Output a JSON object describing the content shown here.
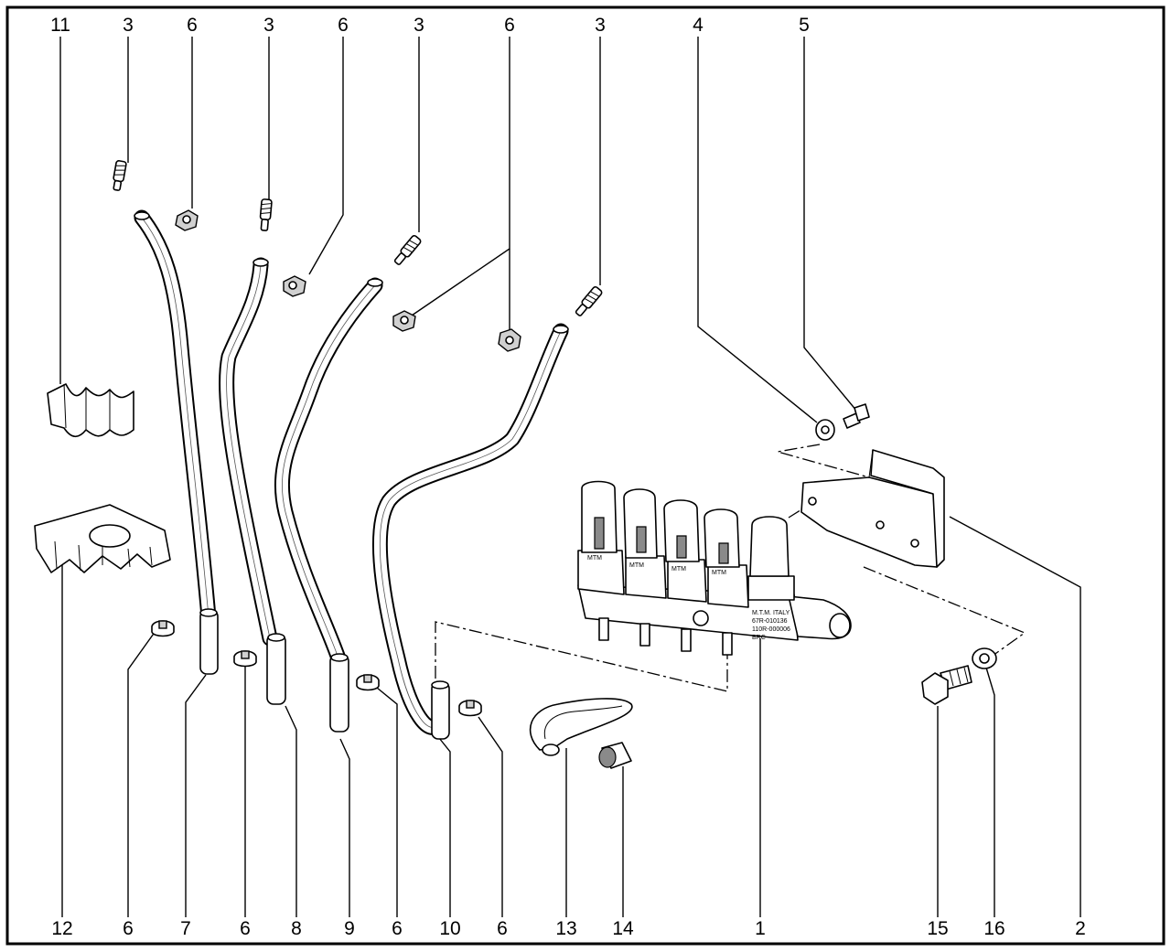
{
  "callouts": {
    "top": [
      "11",
      "3",
      "6",
      "3",
      "6",
      "3",
      "6",
      "3",
      "4",
      "5"
    ],
    "bottom": [
      "12",
      "6",
      "7",
      "6",
      "8",
      "9",
      "6",
      "10",
      "6",
      "13",
      "14",
      "1",
      "15",
      "16",
      "2"
    ]
  },
  "rail_marking": {
    "brand": "M.T.M. ITALY",
    "line1": "67R-010136",
    "line2": "110R-000006",
    "line3": "BRC",
    "injector_brand": "MTM"
  }
}
